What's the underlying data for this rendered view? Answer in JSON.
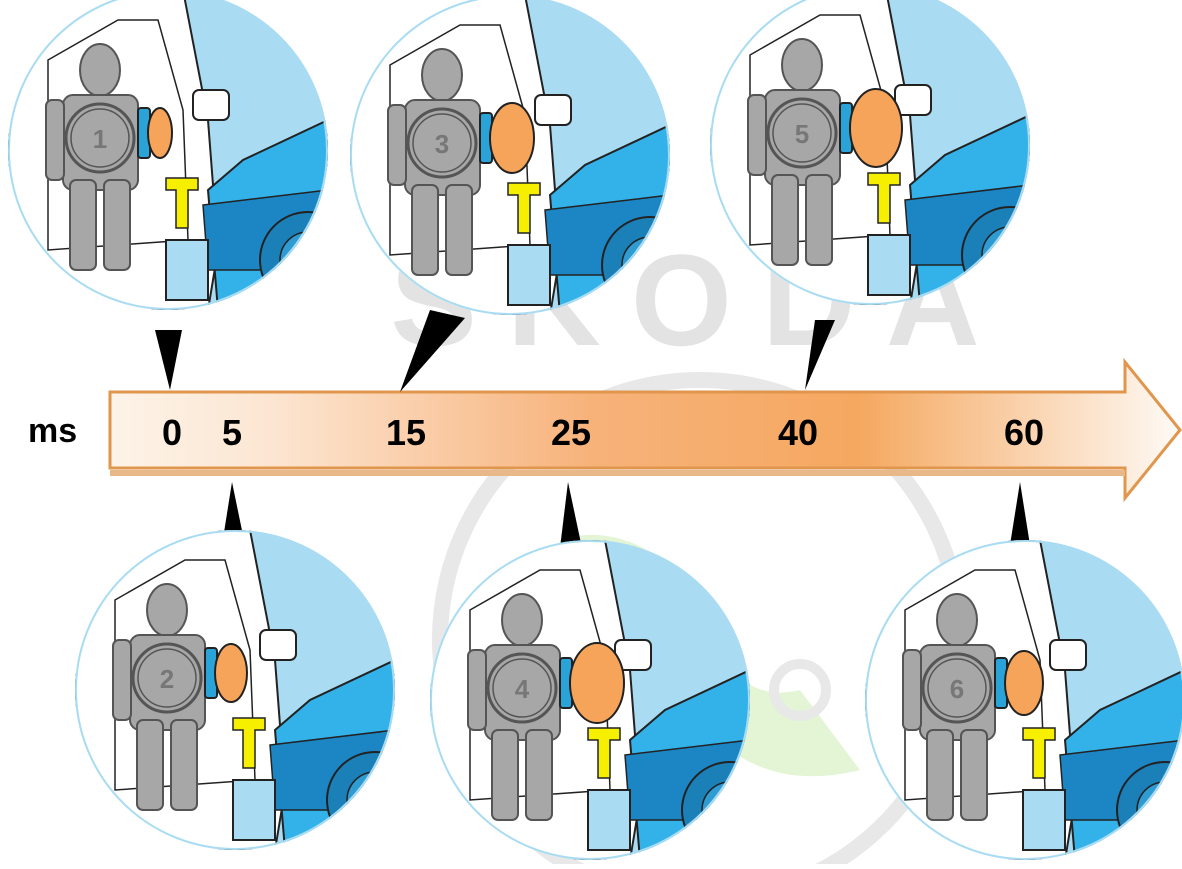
{
  "unit_label": "ms",
  "ticks": [
    "0",
    "5",
    "15",
    "25",
    "40",
    "60"
  ],
  "watermark_text": "ŠKODA",
  "frames": [
    {
      "label": "1",
      "stage": "inflation-start"
    },
    {
      "label": "2",
      "stage": "airbag-emerging"
    },
    {
      "label": "3",
      "stage": "airbag-inflating"
    },
    {
      "label": "4",
      "stage": "airbag-inflated"
    },
    {
      "label": "5",
      "stage": "occupant-contact"
    },
    {
      "label": "6",
      "stage": "airbag-deflating"
    }
  ],
  "colors": {
    "scene_bg": "#a9dcf2",
    "car_body": "#33b2ea",
    "car_shadow": "#1c86c4",
    "dummy": "#a7a7a7",
    "dummy_outline": "#555555",
    "airbag": "#f7a45b",
    "airbag_module": "#2aa3d8",
    "sensor": "#f6f000",
    "arrow_dark": "#f5a55b",
    "arrow_light": "#fdf0e3",
    "arrow_outline": "#e0964d",
    "logo_green": "#c8f0a8",
    "logo_grey": "#d9d9d9"
  }
}
